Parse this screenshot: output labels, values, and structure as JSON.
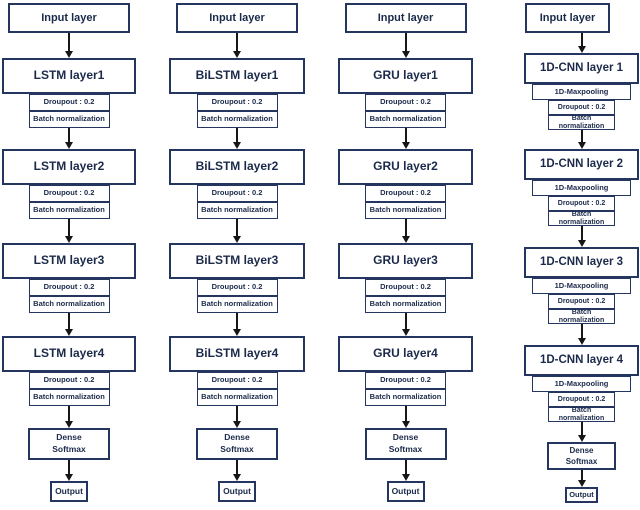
{
  "colors": {
    "border": "#24365f",
    "text": "#1b2a4a",
    "arrow": "#161616",
    "background": "#ffffff"
  },
  "columns": [
    {
      "id": "lstm",
      "input_label": "Input layer",
      "blocks": [
        {
          "layer": "LSTM layer1",
          "subs": [
            "Droupout : 0.2",
            "Batch normalization"
          ]
        },
        {
          "layer": "LSTM layer2",
          "subs": [
            "Droupout : 0.2",
            "Batch normalization"
          ]
        },
        {
          "layer": "LSTM layer3",
          "subs": [
            "Droupout : 0.2",
            "Batch normalization"
          ]
        },
        {
          "layer": "LSTM layer4",
          "subs": [
            "Droupout : 0.2",
            "Batch normalization"
          ]
        }
      ],
      "dense_lines": [
        "Dense",
        "Softmax"
      ],
      "output_label": "Output"
    },
    {
      "id": "bilstm",
      "input_label": "Input layer",
      "blocks": [
        {
          "layer": "BiLSTM layer1",
          "subs": [
            "Droupout : 0.2",
            "Batch normalization"
          ]
        },
        {
          "layer": "BiLSTM layer2",
          "subs": [
            "Droupout : 0.2",
            "Batch normalization"
          ]
        },
        {
          "layer": "BiLSTM layer3",
          "subs": [
            "Droupout : 0.2",
            "Batch normalization"
          ]
        },
        {
          "layer": "BiLSTM layer4",
          "subs": [
            "Droupout : 0.2",
            "Batch normalization"
          ]
        }
      ],
      "dense_lines": [
        "Dense",
        "Softmax"
      ],
      "output_label": "Output"
    },
    {
      "id": "gru",
      "input_label": "Input layer",
      "blocks": [
        {
          "layer": "GRU layer1",
          "subs": [
            "Droupout : 0.2",
            "Batch normalization"
          ]
        },
        {
          "layer": "GRU layer2",
          "subs": [
            "Droupout : 0.2",
            "Batch normalization"
          ]
        },
        {
          "layer": "GRU layer3",
          "subs": [
            "Droupout : 0.2",
            "Batch normalization"
          ]
        },
        {
          "layer": "GRU layer4",
          "subs": [
            "Droupout : 0.2",
            "Batch normalization"
          ]
        }
      ],
      "dense_lines": [
        "Dense",
        "Softmax"
      ],
      "output_label": "Output"
    },
    {
      "id": "cnn",
      "input_label": "Input layer",
      "blocks": [
        {
          "layer": "1D-CNN layer 1",
          "subs": [
            "1D-Maxpooling",
            "Droupout : 0.2",
            "Batch normalization"
          ]
        },
        {
          "layer": "1D-CNN layer 2",
          "subs": [
            "1D-Maxpooling",
            "Droupout : 0.2",
            "Batch normalization"
          ]
        },
        {
          "layer": "1D-CNN layer 3",
          "subs": [
            "1D-Maxpooling",
            "Droupout : 0.2",
            "Batch normalization"
          ]
        },
        {
          "layer": "1D-CNN layer 4",
          "subs": [
            "1D-Maxpooling",
            "Droupout : 0.2",
            "Batch normalization"
          ]
        }
      ],
      "dense_lines": [
        "Dense",
        "Softmax"
      ],
      "output_label": "Output"
    }
  ]
}
